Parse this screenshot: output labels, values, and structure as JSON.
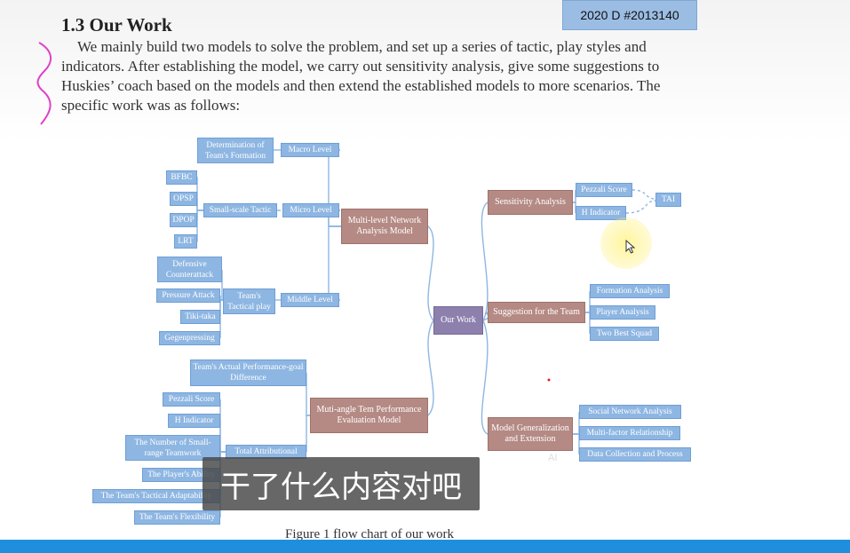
{
  "header": {
    "badge": "2020 D #2013140",
    "section_title": "1.3 Our Work",
    "paragraph": "We mainly build two models to solve the problem, and set up a series of tactic, play styles and indicators. After establishing the model, we carry out sensitivity analysis, give some suggestions to Huskies’ coach based on the models and then extend the established models to more scenarios. The specific work was as follows:"
  },
  "mindmap": {
    "center": "Our Work",
    "network_model": "Multi-level Network Analysis Model",
    "macro_level": "Macro Level",
    "determination": "Determination of Team's Formation",
    "micro_level": "Micro Level",
    "small_scale": "Small-scale Tactic",
    "bfbc": "BFBC",
    "opsp": "OPSP",
    "dpop": "DPOP",
    "lrt": "LRT",
    "middle_level": "Middle Level",
    "team_tactical": "Team's Tactical play",
    "defensive": "Defensive Counterattack",
    "pressure": "Pressure Attack",
    "tikitaka": "Tiki-taka",
    "gegen": "Gegenpressing",
    "eval_model": "Muti-angle Tem Performance Evaluation Model",
    "actual_perf": "Team's Actual Performance-goal Difference",
    "total_attr": "Total Attributional",
    "pezzali": "Pezzali Score",
    "h_indicator": "H Indicator",
    "number_small": "The Number of Small-range Teamwork",
    "players_ability": "The Player's Ability",
    "tactical_adapt": "The Team's Tactical Adaptability",
    "team_flex": "The Team's Flexibility",
    "sensitivity": "Sensitivity Analysis",
    "sens_pezzali": "Pezzali Score",
    "sens_h": "H Indicator",
    "tai": "TAI",
    "suggestion": "Suggestion for the Team",
    "formation_analysis": "Formation Analysis",
    "player_analysis": "Player Analysis",
    "two_best": "Two Best Squad",
    "generalization": "Model Generalization and Extension",
    "social_network": "Social Network Analysis",
    "multi_factor": "Multi-factor Relationship",
    "data_collection": "Data Collection and Process"
  },
  "caption": "Figure 1 flow chart of our work",
  "subtitle": "干了什么内容对吧",
  "ai_tag": "AI"
}
